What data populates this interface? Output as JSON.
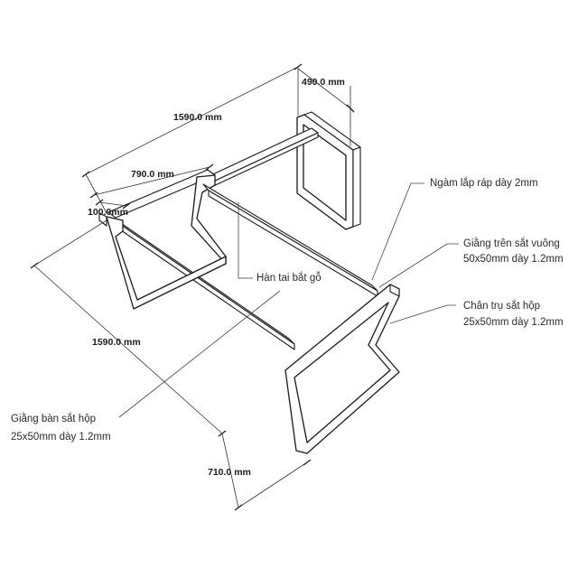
{
  "dimensions": {
    "top_length": "1590.0 mm",
    "top_depth": "490.0 mm",
    "inner_width": "790.0 mm",
    "offset": "100.0mm",
    "side_length": "1590.0 mm",
    "front_width": "710.0 mm"
  },
  "annotations": {
    "joint_plate": "Ngàm lắp ráp dày 2mm",
    "top_brace_line1": "Giằng trên sắt vuông",
    "top_brace_line2": "50x50mm dày 1.2mm",
    "leg_line1": "Chân trụ sắt hộp",
    "leg_line2": "25x50mm dày 1.2mm",
    "wood_tab": "Hàn tai bắt gỗ",
    "table_brace_line1": "Giằng bàn sắt hộp",
    "table_brace_line2": "25x50mm dày 1.2mm"
  }
}
